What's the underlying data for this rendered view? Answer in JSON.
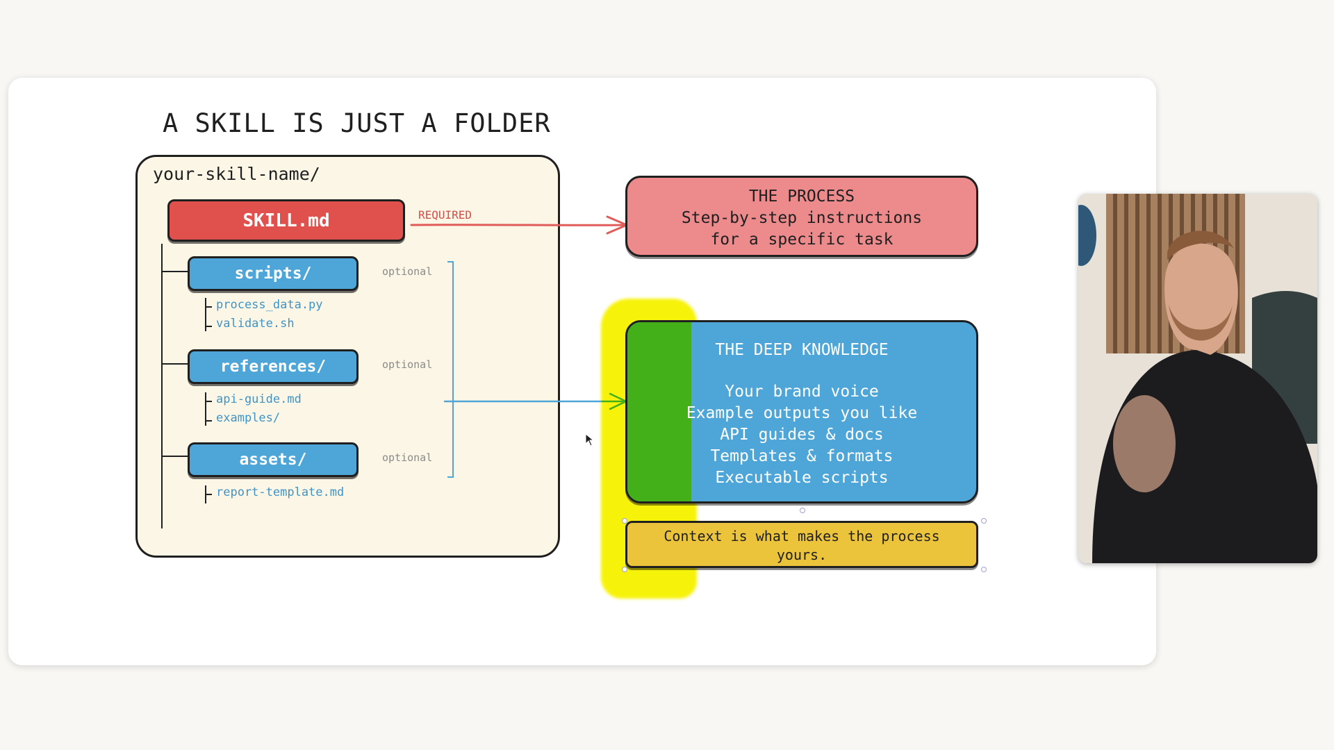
{
  "slide": {
    "title": "A SKILL IS JUST A FOLDER",
    "folder": {
      "name": "your-skill-name/",
      "skill_file": "SKILL.md",
      "required_tag": "REQUIRED",
      "subfolders": [
        {
          "name": "scripts/",
          "tag": "optional",
          "files": [
            "process_data.py",
            "validate.sh"
          ]
        },
        {
          "name": "references/",
          "tag": "optional",
          "files": [
            "api-guide.md",
            "examples/"
          ]
        },
        {
          "name": "assets/",
          "tag": "optional",
          "files": [
            "report-template.md"
          ]
        }
      ]
    },
    "process_box": {
      "heading": "THE PROCESS",
      "lines": [
        "Step-by-step instructions",
        "for a specific task"
      ]
    },
    "knowledge_box": {
      "heading": "THE DEEP KNOWLEDGE",
      "items": [
        "Your brand voice",
        "Example outputs you like",
        "API guides & docs",
        "Templates & formats",
        "Executable scripts"
      ]
    },
    "context_note": {
      "text_line1": "Context is what makes the process",
      "text_line2": "yours."
    }
  },
  "colors": {
    "folder_bg": "#fcf6e6",
    "skill_red": "#e0504d",
    "folder_blue": "#4da5d8",
    "process_pink": "#ec8a8c",
    "context_yellow": "#ecc43c",
    "highlighter_yellow": "#f7f20a",
    "highlighter_green": "#43b019",
    "arrow_red": "#e05c5a",
    "arrow_blue": "#4da5d8",
    "arrow_green": "#43b019"
  },
  "icons": {
    "cursor": "mouse-pointer-icon"
  }
}
